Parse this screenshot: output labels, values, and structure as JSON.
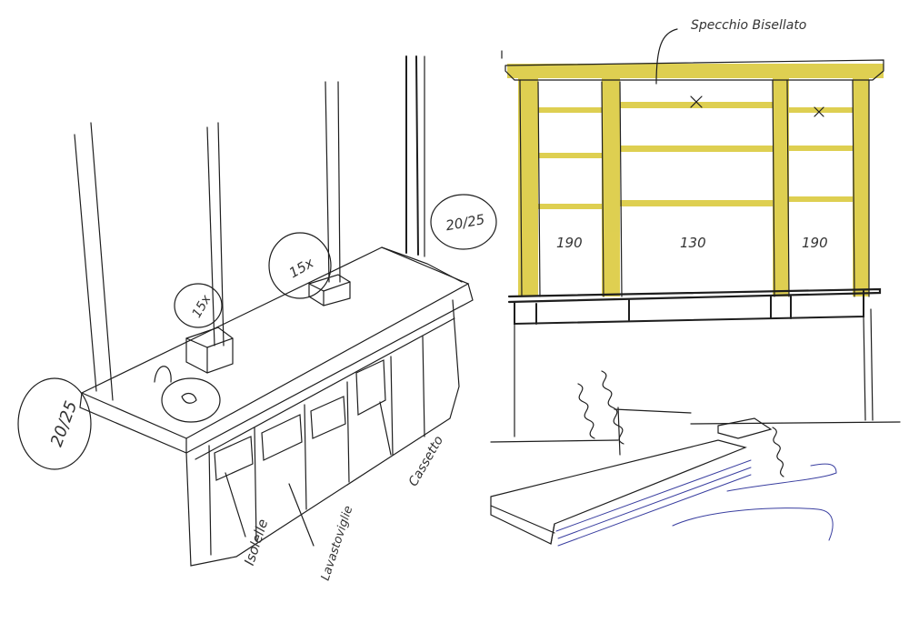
{
  "labels": {
    "left_shelf_width": "190",
    "center_shelf_width": "130",
    "right_shelf_width": "190",
    "mirror_note": "Specchio Bisellato",
    "dim_front_left": "20/25",
    "dim_back_right": "20/25",
    "box_left": "15x",
    "box_right": "15x",
    "label_isolated": "Isolelle",
    "label_sink": "Lavastoviglie",
    "label_cabinet": "Cassetto"
  },
  "colors": {
    "ink": "#1e1e1e",
    "highlight": "#d9c733",
    "blue_ink": "#3a3fa0",
    "paper": "#ffffff"
  }
}
